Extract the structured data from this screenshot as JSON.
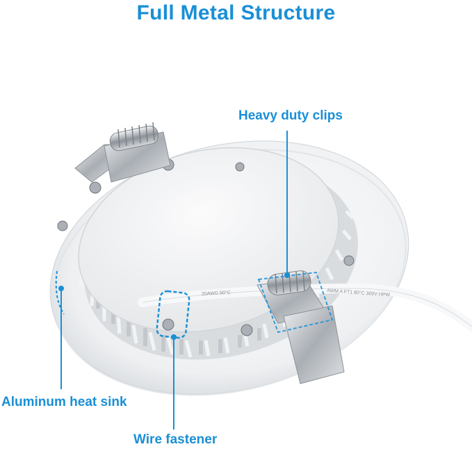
{
  "title": "Full Metal Structure",
  "callouts": {
    "clips": "Heavy duty clips",
    "heat_sink": "Aluminum heat sink",
    "fastener": "Wire fastener"
  },
  "cable_print": {
    "left": "20AWG 90°C",
    "right": "AWM A FT1 80°C 300V HPW"
  },
  "colors": {
    "accent": "#1a8fd6",
    "fixture": "#eceef0",
    "metal": "#b8bcc2"
  }
}
